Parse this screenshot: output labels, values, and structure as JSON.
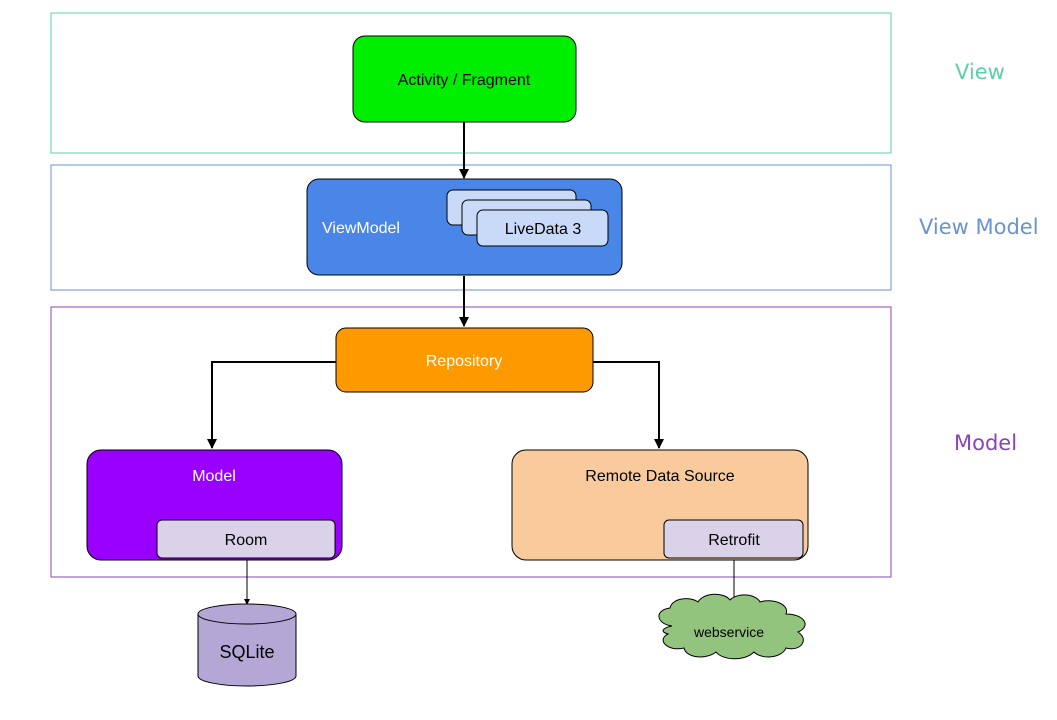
{
  "layers": {
    "view": {
      "label": "View",
      "color": "#5ccfa6"
    },
    "view_model": {
      "label": "View Model",
      "color": "#6a93cf"
    },
    "model": {
      "label": "Model",
      "color": "#8a44b8"
    }
  },
  "nodes": {
    "activity": {
      "label": "Activity / Fragment",
      "fill": "#00ee00"
    },
    "viewmodel": {
      "label": "ViewModel",
      "fill": "#4a86e8"
    },
    "livedata": {
      "label": "LiveData 3",
      "fill": "#c9daf8"
    },
    "repository": {
      "label": "Repository",
      "fill": "#ff9900"
    },
    "model_box": {
      "label": "Model",
      "fill": "#9900ff"
    },
    "room": {
      "label": "Room",
      "fill": "#d9d2e9"
    },
    "remote": {
      "label": "Remote Data Source",
      "fill": "#f9cb9c"
    },
    "retrofit": {
      "label": "Retrofit",
      "fill": "#d9d2e9"
    },
    "sqlite": {
      "label": "SQLite",
      "fill": "#b4a7d6"
    },
    "webservice": {
      "label": "webservice",
      "fill": "#93c47d"
    }
  },
  "edges": [
    {
      "from": "activity",
      "to": "viewmodel"
    },
    {
      "from": "viewmodel",
      "to": "repository"
    },
    {
      "from": "repository",
      "to": "model_box"
    },
    {
      "from": "repository",
      "to": "remote"
    },
    {
      "from": "room",
      "to": "sqlite"
    },
    {
      "from": "retrofit",
      "to": "webservice"
    }
  ]
}
